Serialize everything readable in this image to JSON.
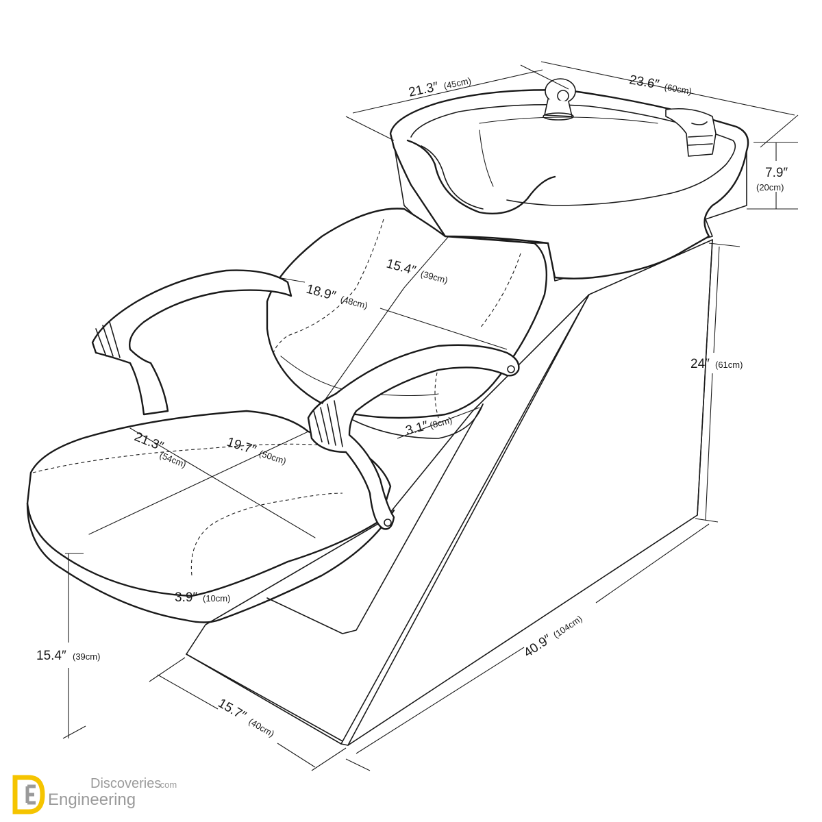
{
  "dimensions": [
    {
      "id": "basin-depth",
      "main": "21.3″",
      "unit": "(45cm)"
    },
    {
      "id": "basin-width",
      "main": "23.6″",
      "unit": "(60cm)"
    },
    {
      "id": "basin-height",
      "main": "7.9″",
      "unit": "(20cm)"
    },
    {
      "id": "back-height",
      "main": "15.4″",
      "unit": "(39cm)"
    },
    {
      "id": "back-width",
      "main": "18.9″",
      "unit": "(48cm)"
    },
    {
      "id": "base-height",
      "main": "24″",
      "unit": "(61cm)"
    },
    {
      "id": "back-thickness",
      "main": "3.1″",
      "unit": "(8cm)"
    },
    {
      "id": "seat-width",
      "main": "21.3″",
      "unit": "(54cm)"
    },
    {
      "id": "seat-depth",
      "main": "19.7″",
      "unit": "(50cm)"
    },
    {
      "id": "seat-thickness",
      "main": "3.9″",
      "unit": "(10cm)"
    },
    {
      "id": "seat-height",
      "main": "15.4″",
      "unit": "(39cm)"
    },
    {
      "id": "base-width",
      "main": "15.7″",
      "unit": "(40cm)"
    },
    {
      "id": "total-length",
      "main": "40.9″",
      "unit": "(104cm)"
    }
  ],
  "watermark": {
    "line1": "Discoveries",
    "line1_suffix": ".com",
    "line2": "Engineering"
  },
  "colors": {
    "ink": "#1a1a1a",
    "logo_yellow": "#f5c400",
    "logo_gray": "#9a9a9a"
  }
}
